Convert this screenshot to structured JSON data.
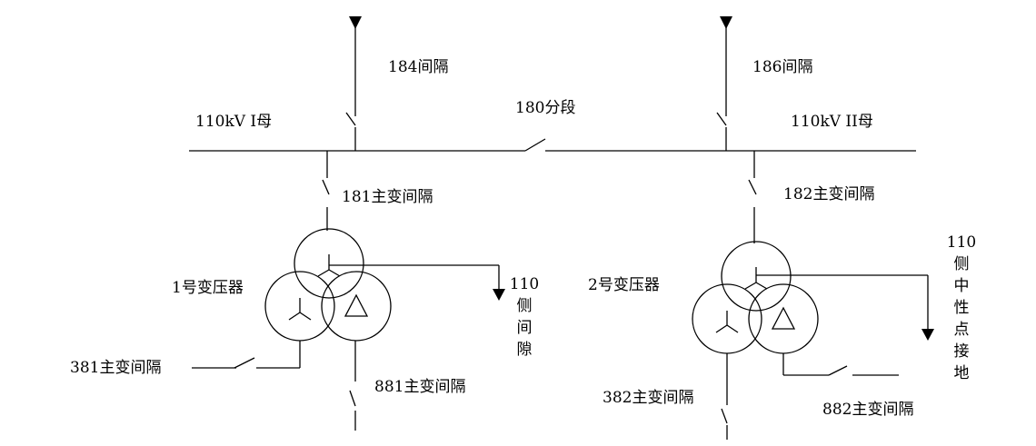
{
  "bus_left_label": "110kV I母",
  "bus_right_label": "110kV II母",
  "bus_section_label": "180分段",
  "feeder_184_label": "184间隔",
  "feeder_186_label": "186间隔",
  "bay_181_label": "181主变间隔",
  "bay_182_label": "182主变间隔",
  "transformer_1_label": "1号变压器",
  "transformer_2_label": "2号变压器",
  "bay_381_label": "381主变间隔",
  "bay_382_label": "382主变间隔",
  "bay_881_label": "881主变间隔",
  "bay_882_label": "882主变间隔",
  "neutral_gap_label": {
    "number": "110",
    "chars": [
      "侧",
      "间",
      "隙"
    ]
  },
  "neutral_ground_label": {
    "number": "110",
    "chars": [
      "侧",
      "中",
      "性",
      "点",
      "接",
      "地"
    ]
  }
}
